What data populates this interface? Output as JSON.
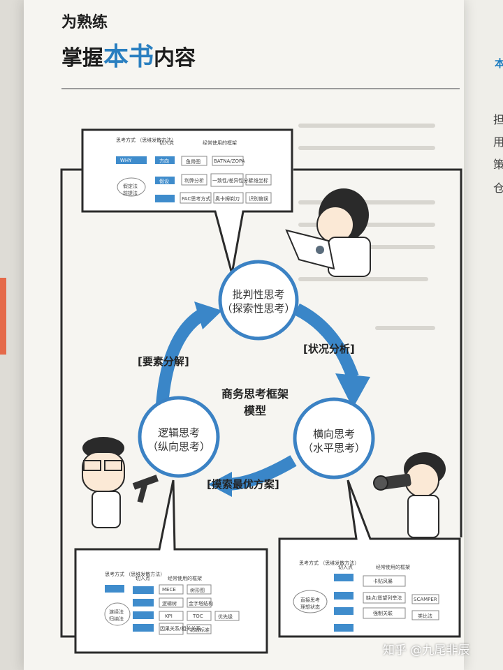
{
  "header": {
    "subtitle": "为熟练",
    "title_prefix": "掌握",
    "title_accent": "本书",
    "title_suffix": "内容"
  },
  "right_page": {
    "chars": [
      "本",
      "担",
      "用",
      "策",
      "仓"
    ]
  },
  "diagram": {
    "center_title_line1": "商务思考框架",
    "center_title_line2": "模型",
    "nodes": [
      {
        "line1": "批判性思考",
        "line2": "（探索性思考）"
      },
      {
        "line1": "横向思考",
        "line2": "（水平思考）"
      },
      {
        "line1": "逻辑思考",
        "line2": "（纵向思考）"
      }
    ],
    "arc_labels": {
      "top_right": "[状况分析]",
      "bottom": "[摸索最优方案]",
      "left": "[要素分解]"
    },
    "colors": {
      "accent": "#2a7fc0",
      "ring": "#3b82c4",
      "arrow": "#3a86c8"
    }
  },
  "callouts": {
    "top": {
      "headers": [
        "思考方式\n（思维发散方法）",
        "切入点",
        "经常使用的框架"
      ],
      "cells": [
        "WHY",
        "方向",
        "鱼骨图",
        "BATNA/ZOPA",
        "假设",
        "利弊分析",
        "一致性/差异性分析",
        "二维坐标",
        "PAC思考方式",
        "奥卡姆剃刀",
        "识别偏误",
        "假定法",
        "前提法"
      ]
    },
    "bottom_left": {
      "headers": [
        "思考方式\n（思维发散方法）",
        "切入点",
        "经常使用的框架"
      ],
      "cells": [
        "MECE",
        "树形图",
        "逻辑树",
        "金字塔结构",
        "KPI",
        "TOC",
        "优先级",
        "因果关系/相关关系",
        "比较标准",
        "演绎法",
        "归纳法"
      ]
    },
    "bottom_right": {
      "headers": [
        "思考方式\n（思维发散方法）",
        "切入点",
        "经常使用的框架"
      ],
      "cells": [
        "卡贴风暴",
        "缺点/愿望列举法",
        "SCAMPER",
        "强制关联",
        "类比法",
        "直接思考",
        "理想状态"
      ]
    }
  },
  "watermark": "知乎 @九尾非辰"
}
